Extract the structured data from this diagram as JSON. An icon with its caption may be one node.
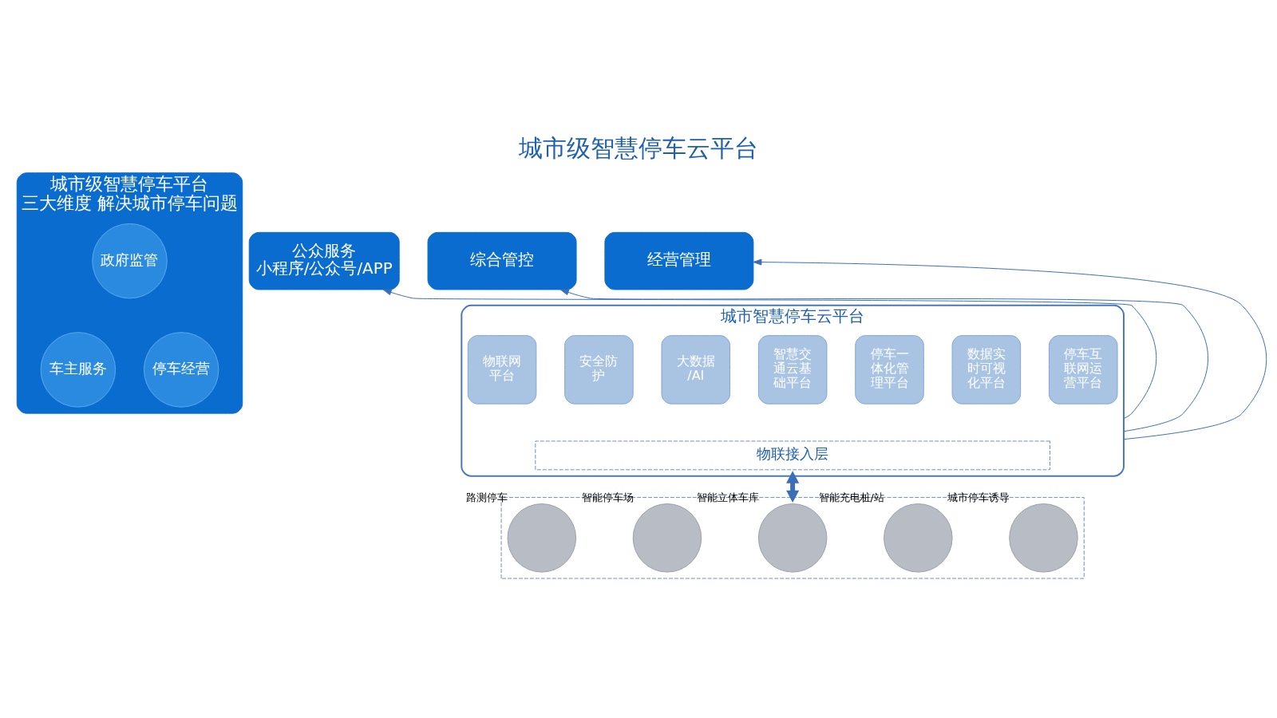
{
  "diagram": {
    "title": "城市级智慧停车云平台",
    "nodes": [
      {
        "text": [
          "城市级智慧停车平台",
          "三大维度 解决城市停车问题"
        ]
      },
      {
        "text": [
          "政府监管"
        ],
        "in": 0
      },
      {
        "text": [
          "车主服务"
        ],
        "in": 0
      },
      {
        "text": [
          "停车经营"
        ],
        "in": 0
      },
      {
        "text": [
          "公众服务",
          "小程序/公众号/APP"
        ]
      },
      {
        "text": [
          "综合管控"
        ]
      },
      {
        "text": [
          "经营管理"
        ]
      },
      {
        "text": [
          "城市智慧停车云平台"
        ]
      },
      {
        "text": [
          "物联网平台"
        ],
        "in": 7
      },
      {
        "text": [
          "安全防护"
        ],
        "in": 7
      },
      {
        "text": [
          "大数据/AI"
        ],
        "in": 7
      },
      {
        "text": [
          "智慧交通云基础平台"
        ],
        "in": 7
      },
      {
        "text": [
          "停车一体化管理平台"
        ],
        "in": 7
      },
      {
        "text": [
          "数据实时可视化平台"
        ],
        "in": 7
      },
      {
        "text": [
          "停车互联网运营平台"
        ],
        "in": 7
      },
      {
        "text": [
          "物联接入层"
        ],
        "in": 7
      },
      {
        "text": [],
        "shape": "box"
      },
      {
        "text": [],
        "shape": "circle",
        "in": 16,
        "beside": [
          "路测停车"
        ]
      },
      {
        "text": [],
        "shape": "circle",
        "in": 16,
        "beside": [
          "智能停车场"
        ]
      },
      {
        "text": [],
        "shape": "circle",
        "in": 16,
        "beside": [
          "智能立体车库"
        ]
      },
      {
        "text": [],
        "shape": "circle",
        "in": 16,
        "beside": [
          "智能充电桩/站"
        ]
      },
      {
        "text": [],
        "shape": "circle",
        "in": 16,
        "beside": [
          "城市停车诱导"
        ]
      }
    ],
    "edges": [
      {
        "from": 7,
        "to": 4,
        "arrow": "to"
      },
      {
        "from": 7,
        "to": 5,
        "arrow": "to"
      },
      {
        "from": 7,
        "to": 6,
        "arrow": "to"
      },
      {
        "from": 7,
        "to": 16,
        "arrow": "both",
        "style": "thick"
      }
    ]
  }
}
